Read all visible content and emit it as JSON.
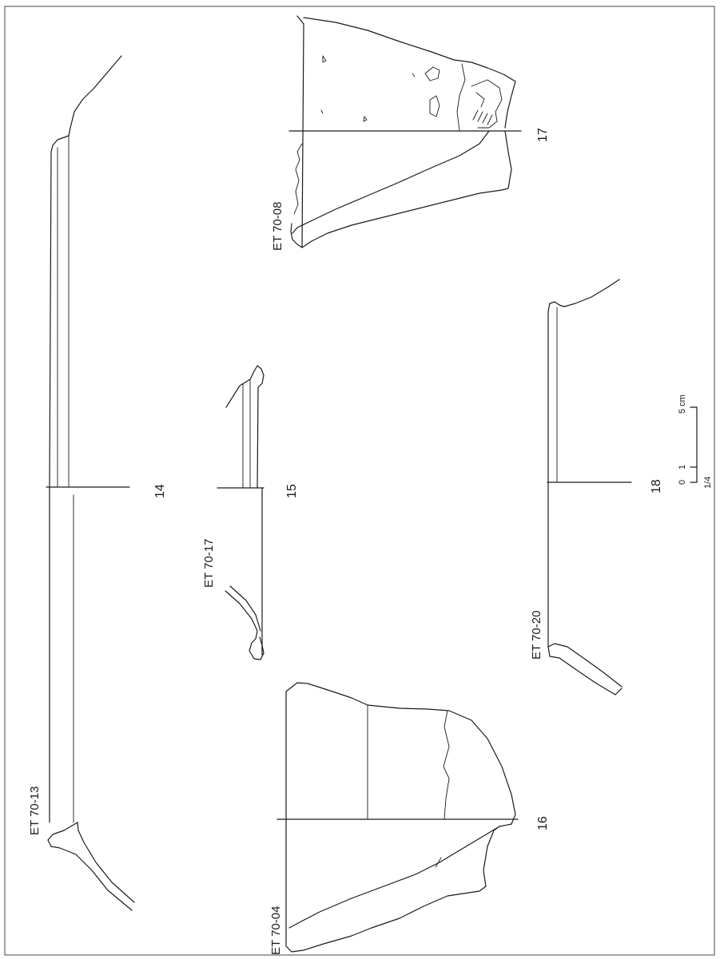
{
  "labels": {
    "fig14": "ET 70-13",
    "fig15": "ET 70-17",
    "fig16": "ET 70-04",
    "fig17": "ET 70-08",
    "fig18": "ET 70-20"
  },
  "figure_numbers": {
    "fig14": "14",
    "fig15": "15",
    "fig16": "16",
    "fig17": "17",
    "fig18": "18"
  },
  "scale_bar": {
    "tick_zero": "0",
    "tick_one": "1",
    "tick_five": "5 cm",
    "ratio": "1/4"
  },
  "colors": {
    "ink": "#1a1a1a",
    "paper": "#ffffff"
  }
}
